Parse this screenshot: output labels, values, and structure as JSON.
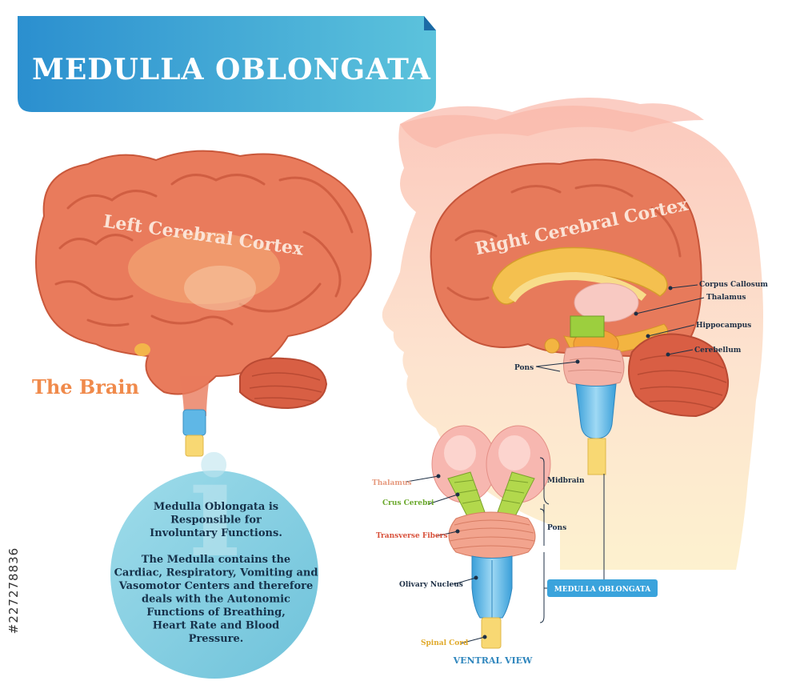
{
  "title": "MEDULLA OBLONGATA",
  "left_cortex_label": "Left Cerebral Cortex",
  "right_cortex_label": "Right Cerebral Cortex",
  "brain_caption": "The Brain",
  "sagittal_labels": {
    "corpus_callosum": "Corpus Callosum",
    "thalamus": "Thalamus",
    "hippocampus": "Hippocampus",
    "cerebellum": "Cerebellum",
    "pons": "Pons"
  },
  "ventral_labels": {
    "thalamus": "Thalamus",
    "crus_cerebri": "Crus Cerebri",
    "transverse_fibers": "Transverse Fibers",
    "olivary_nucleus": "Olivary Nucleus",
    "spinal_cord": "Spinal Cord",
    "midbrain": "Midbrain",
    "pons": "Pons"
  },
  "medulla_badge": "MEDULLA OBLONGATA",
  "ventral_view": "VENTRAL VIEW",
  "info_text": [
    "Medulla Oblongata is",
    "Responsible for",
    "Involuntary Functions.",
    "",
    "The Medulla contains the",
    "Cardiac, Respiratory, Vomiting and",
    "Vasomotor Centers and therefore",
    "deals with the Autonomic",
    "Functions of Breathing,",
    "Heart Rate and Blood",
    "Pressure."
  ],
  "stock_id": "#227278836",
  "colors": {
    "banner": "#2f9fd2",
    "brain": "#e9785a",
    "thalamus_label": "#e69a7e",
    "crus_label": "#6aa82c",
    "fibers_label": "#d8503a",
    "spinal_label": "#e0a92a",
    "medulla": "#5fb7e6",
    "info_circle": "#8fd2e3"
  }
}
